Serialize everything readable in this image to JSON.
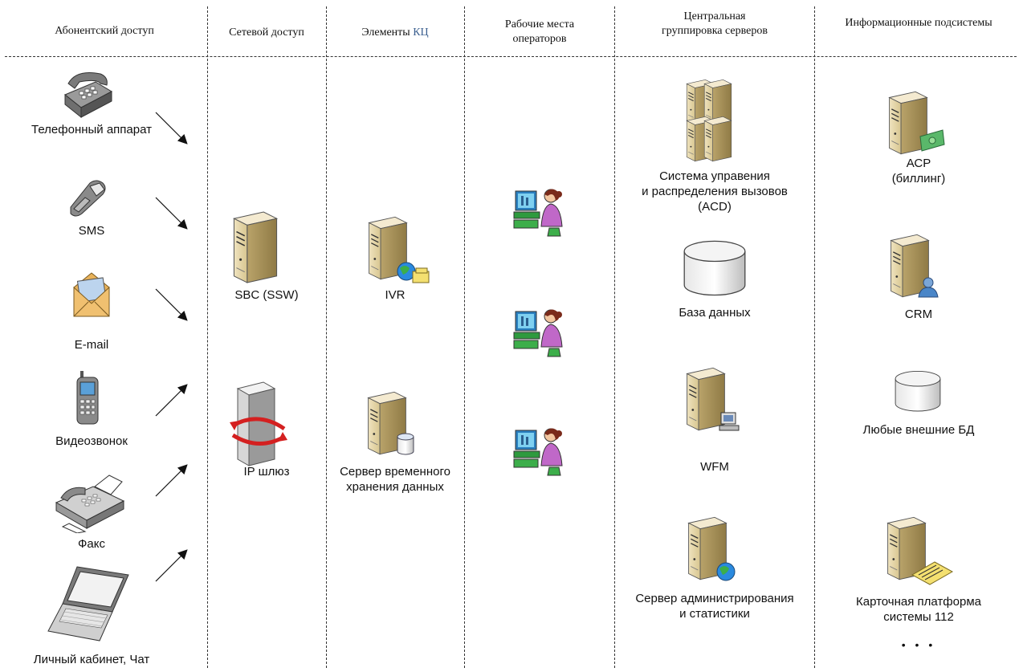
{
  "headers": {
    "subscriber_access": "Абонентский доступ",
    "network_access": "Сетевой доступ",
    "cc_elements_prefix": "Элементы ",
    "cc_elements_accent": "КЦ",
    "operator_workplaces_line1": "Рабочие места",
    "operator_workplaces_line2": "операторов",
    "central_servers_line1": "Центральная",
    "central_servers_line2": "группировка серверов",
    "info_subsystems": "Информационные подсистемы"
  },
  "subscriber_access": {
    "phone": "Телефонный аппарат",
    "sms": "SMS",
    "email": "E-mail",
    "video_call": "Видеозвонок",
    "fax": "Факс",
    "personal_cabinet": "Личный кабинет, Чат"
  },
  "network_access": {
    "sbc": "SBC (SSW)",
    "ip_gateway": "IP шлюз"
  },
  "cc_elements": {
    "ivr": "IVR",
    "temp_storage_line1": "Сервер временного",
    "temp_storage_line2": "хранения данных"
  },
  "central_servers": {
    "acd_line1": "Система управения",
    "acd_line2": "и распределения вызовов",
    "acd_line3": "(ACD)",
    "database": "База данных",
    "wfm": "WFM",
    "admin_line1": "Сервер администрирования",
    "admin_line2": "и статистики"
  },
  "info_subsystems": {
    "acp_line1": "АСР",
    "acp_line2": "(биллинг)",
    "crm": "CRM",
    "external_db": "Любые внешние БД",
    "card_platform_line1": "Карточная платформа",
    "card_platform_line2": "системы 112",
    "ellipsis": "• • •"
  },
  "icons": {
    "phone": "desk-phone-icon",
    "sms": "mobile-phone-icon",
    "email": "envelope-icon",
    "video_call": "cell-phone-icon",
    "fax": "fax-icon",
    "personal_cabinet": "laptop-icon",
    "server": "server-icon",
    "gateway": "gateway-icon",
    "operator": "operator-workstation-icon",
    "database": "database-cylinder-icon"
  }
}
